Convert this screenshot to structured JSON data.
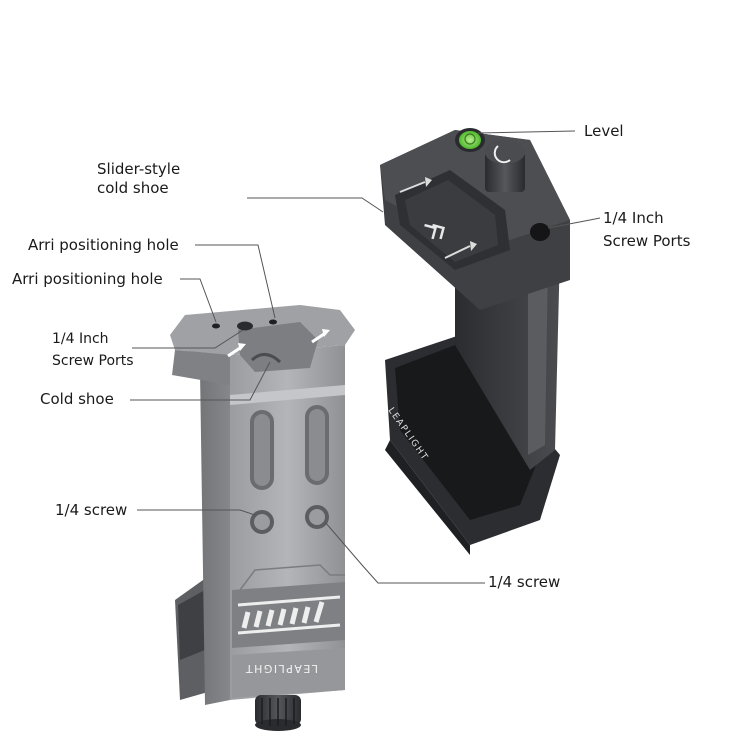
{
  "diagram": {
    "subject": "Phone holder clamp with cold shoes",
    "brand_mark": "LEAPLIGHT",
    "labels": {
      "level": "Level",
      "slider_cold_shoe_line1": "Slider-style",
      "slider_cold_shoe_line2": "cold shoe",
      "screw_ports_right_line1": "1/4 Inch",
      "screw_ports_right_line2": "Screw Ports",
      "arri_hole_1": "Arri positioning hole",
      "arri_hole_2": "Arri positioning hole",
      "screw_ports_left_line1": "1/4 Inch",
      "screw_ports_left_line2": "Screw Ports",
      "cold_shoe": "Cold shoe",
      "screw_left": "1/4 screw",
      "screw_right": "1/4 screw"
    },
    "colors": {
      "background": "#ffffff",
      "text": "#1a1a1a",
      "leader_line": "#555555",
      "front_body": "#8d8f93",
      "front_body_light": "#a9abaf",
      "front_body_dark": "#6e7074",
      "back_body": "#3b3d41",
      "back_body_dark": "#232427",
      "pad": "#1c1c1e",
      "level_green": "#7ed957"
    }
  }
}
